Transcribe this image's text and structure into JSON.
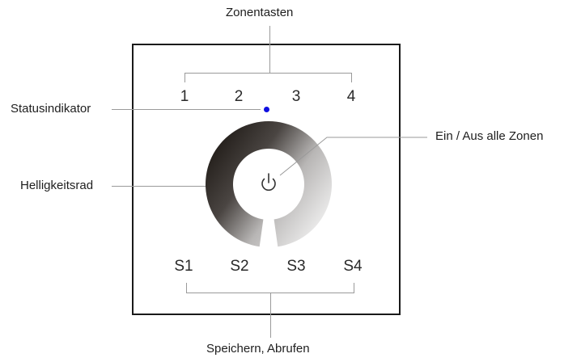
{
  "callouts": {
    "zone_keys": "Zonentasten",
    "status_indicator": "Statusindikator",
    "brightness_wheel": "Helligkeitsrad",
    "power_all_zones": "Ein / Aus alle Zonen",
    "save_recall": "Speichern, Abrufen"
  },
  "zone_buttons": [
    "1",
    "2",
    "3",
    "4"
  ],
  "scene_buttons": [
    "S1",
    "S2",
    "S3",
    "S4"
  ],
  "colors": {
    "status_led": "#1010e0",
    "wheel_dark": "#1a1511",
    "wheel_light": "#f7f7f7",
    "panel_border": "#1a1a1a",
    "leader_lines": "#9a9a9a"
  },
  "icons": {
    "power": "power-icon"
  }
}
